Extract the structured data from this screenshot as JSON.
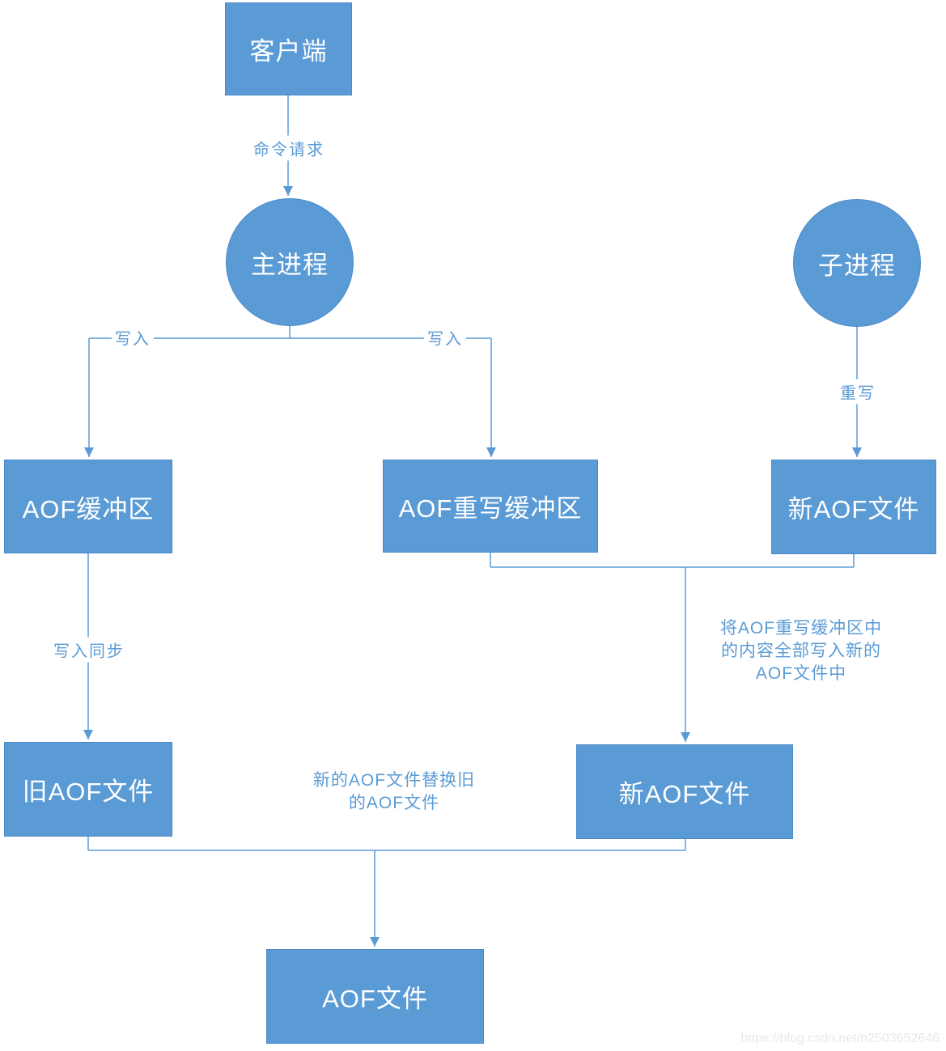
{
  "diagram": {
    "nodes": {
      "client": {
        "label": "客户端",
        "shape": "rect"
      },
      "main_process": {
        "label": "主进程",
        "shape": "circle"
      },
      "child_process": {
        "label": "子进程",
        "shape": "circle"
      },
      "aof_buffer": {
        "label": "AOF缓冲区",
        "shape": "rect"
      },
      "aof_rewrite_buffer": {
        "label": "AOF重写缓冲区",
        "shape": "rect"
      },
      "new_aof_file_top": {
        "label": "新AOF文件",
        "shape": "rect"
      },
      "old_aof_file": {
        "label": "旧AOF文件",
        "shape": "rect"
      },
      "new_aof_file_mid": {
        "label": "新AOF文件",
        "shape": "rect"
      },
      "aof_file": {
        "label": "AOF文件",
        "shape": "rect"
      }
    },
    "edge_labels": {
      "command_request": "命令请求",
      "write_left": "写入",
      "write_right": "写入",
      "rewrite": "重写",
      "write_sync": "写入同步"
    },
    "annotations": {
      "rewrite_note_lines": [
        "将AOF重写缓冲区中",
        "的内容全部写入新的",
        "AOF文件中"
      ],
      "replace_note_lines": [
        "新的AOF文件替换旧",
        "的AOF文件"
      ]
    },
    "watermark": "https://blog.csdn.net/h2503652646",
    "colors": {
      "node_fill": "#5b9bd5",
      "node_border": "#4b89c8",
      "connector_line": "#5b9bd5",
      "edge_label_text": "#5b9bd5",
      "annotation_text": "#5b9bd5",
      "node_text": "#ffffff",
      "watermark_text": "#e8e8e8"
    }
  }
}
